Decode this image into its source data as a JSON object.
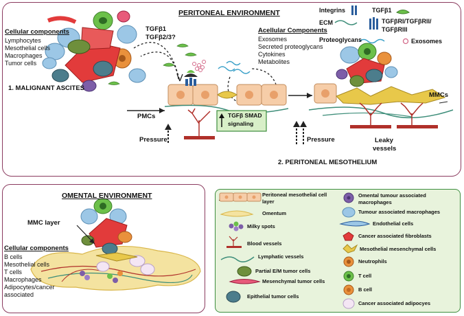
{
  "peritoneal": {
    "title": "PERITONEAL ENVIRONMENT",
    "cellular_title": "Cellular components",
    "cellular_items": [
      "Lymphocytes",
      "Mesothelial cells",
      "Macrophages",
      "Tumor cells"
    ],
    "tgf_lines": [
      "TGFβ1",
      "TGFβ2/3?"
    ],
    "acellular_title": "Acellular Components",
    "acellular_items": [
      "Exosomes",
      "Secreted proteoglycans",
      "Cytokines",
      "Metabolites"
    ],
    "malignant_ascites": "1. MALIGNANT ASCITES",
    "pmcs": "PMCs",
    "pressure1": "Pressure",
    "pressure2": "Pressure",
    "smad_line1": "TGFβ SMAD",
    "smad_line2": "signaling",
    "mmcs": "MMCs",
    "leaky_line1": "Leaky",
    "leaky_line2": "vessels",
    "mesothelium": "2. PERITONEAL MESOTHELIUM",
    "legend": {
      "integrins": "Integrins",
      "tgfb1": "TGFβ1",
      "ecm": "ECM",
      "receptors_line1": "TGFβRI/TGFβRII/",
      "receptors_line2": "TGFβRIII",
      "proteoglycans": "Proteoglycans",
      "exosomes": "Exosomes"
    }
  },
  "omental": {
    "title": "OMENTAL ENVIRONMENT",
    "mmc_layer": "MMC layer",
    "cellular_title": "Cellular components",
    "cellular_items": [
      "B cells",
      "Mesothelial cells",
      "T cells",
      "Macrophages",
      "Adipocytes/cancer",
      "associated"
    ]
  },
  "key": {
    "title": "KEY",
    "left": [
      {
        "icon": "pmc-layer-icon",
        "line1": "Peritoneal mesothelial cell",
        "line2": "layer"
      },
      {
        "icon": "omentum-icon",
        "line1": "Omentum",
        "line2": ""
      },
      {
        "icon": "milky-spots-icon",
        "line1": "Milky spots",
        "line2": ""
      },
      {
        "icon": "blood-vessels-icon",
        "line1": "Blood vessels",
        "line2": ""
      },
      {
        "icon": "lymphatic-vessels-icon",
        "line1": "Lymphatic vessels",
        "line2": ""
      },
      {
        "icon": "partial-em-tumor-cell-icon",
        "line1": "Partial E/M tumor cells",
        "line2": ""
      },
      {
        "icon": "mesenchymal-tumor-cell-icon",
        "line1": "Mesenchymal tumor cells",
        "line2": ""
      },
      {
        "icon": "epithelial-tumor-cell-icon",
        "line1": "Epithelial tumor cells",
        "line2": ""
      }
    ],
    "right": [
      {
        "icon": "omental-macrophage-icon",
        "line1": "Omental tumour associated",
        "line2": "macrophages"
      },
      {
        "icon": "tumour-macrophage-icon",
        "line1": "Tumour associated  macrophages",
        "line2": ""
      },
      {
        "icon": "endothelial-cell-icon",
        "line1": "Endothelial cells",
        "line2": ""
      },
      {
        "icon": "caf-icon",
        "line1": "Cancer associated fibroblasts",
        "line2": ""
      },
      {
        "icon": "mmc-icon",
        "line1": "Mesothelial mesenchymal cells",
        "line2": ""
      },
      {
        "icon": "neutrophil-icon",
        "line1": "Neutrophils",
        "line2": ""
      },
      {
        "icon": "t-cell-icon",
        "line1": "T cell",
        "line2": ""
      },
      {
        "icon": "b-cell-icon",
        "line1": "B cell",
        "line2": ""
      },
      {
        "icon": "adipocyte-icon",
        "line1": "Cancer associated adipocyes",
        "line2": ""
      }
    ]
  },
  "colors": {
    "panel_border": "#8a3a5e",
    "key_bg": "#e8f3dc",
    "key_border": "#3e8e3e",
    "tgf_green": "#6cc04a",
    "pmc_fill": "#f6cda8",
    "mmc_yellow": "#e8c84a",
    "vessel_red": "#b0302a",
    "tumor_red": "#e23b3b",
    "epithelial_teal": "#4c7d8c",
    "macrophage_blue": "#9cc7e6"
  }
}
